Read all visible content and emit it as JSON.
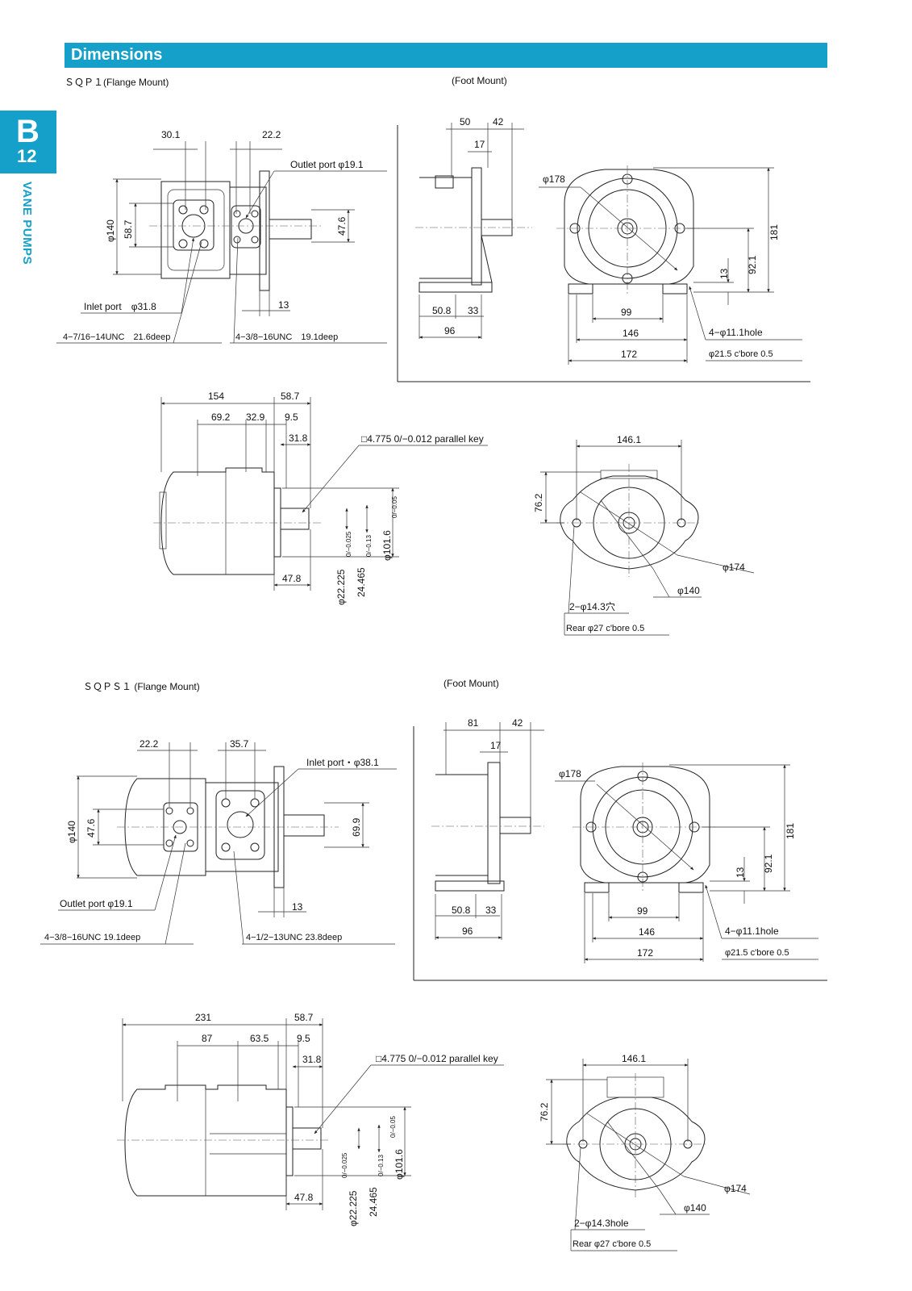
{
  "header": {
    "title": "Dimensions",
    "bar_color": "#14a0c9"
  },
  "side_tab": {
    "letter": "B",
    "number": "12",
    "vertical_label": "VANE PUMPS"
  },
  "sqp1": {
    "flange_caption": "ＳＱＰ１(Flange Mount)",
    "foot_caption": "(Foot Mount)",
    "flange": {
      "dims": {
        "d30_1": "30.1",
        "d22_2": "22.2",
        "phi140": "φ140",
        "d58_7": "58.7",
        "d47_6": "47.6",
        "d13": "13"
      },
      "outlet_port": "Outlet port φ19.1",
      "inlet_port": "Inlet port　φ31.8",
      "inlet_thread": "4−7/16−14UNC　21.6deep",
      "outlet_thread": "4−3/8−16UNC　19.1deep"
    },
    "foot": {
      "dims": {
        "d50": "50",
        "d42": "42",
        "d17": "17",
        "phi178": "φ178",
        "d181": "181",
        "d92_1": "92.1",
        "d13": "13",
        "d50_8": "50.8",
        "d33": "33",
        "d96": "96",
        "d99": "99",
        "d146": "146",
        "d172": "172"
      },
      "hole_note": "4−φ11.1hole",
      "cbore_note": "φ21.5 c'bore 0.5"
    },
    "side": {
      "dims": {
        "d154": "154",
        "d58_7": "58.7",
        "d69_2": "69.2",
        "d32_9": "32.9",
        "d9_5": "9.5",
        "d31_8": "31.8",
        "d47_8": "47.8",
        "shaft_d": "φ22.225",
        "shaft_d_tol": "0/−0.025",
        "key_h": "24.465",
        "key_h_tol": "0/−0.13",
        "spigot": "φ101.6",
        "spigot_tol": "0/−0.05"
      },
      "key_note": "□4.775 0/−0.012 parallel key"
    },
    "front": {
      "dims": {
        "d146_1": "146.1",
        "d76_2": "76.2",
        "phi174": "φ174",
        "phi140": "φ140"
      },
      "hole_note": "2−φ14.3穴",
      "rear_note": "Rear φ27 c'bore 0.5"
    }
  },
  "sqps1": {
    "flange_caption": "ＳＱＰＳ１ (Flange Mount)",
    "foot_caption": "(Foot Mount)",
    "flange": {
      "dims": {
        "d22_2": "22.2",
        "d35_7": "35.7",
        "phi140": "φ140",
        "d47_6": "47.6",
        "d69_9": "69.9",
        "d13": "13"
      },
      "inlet_port": "Inlet port・φ38.1",
      "outlet_port": "Outlet port φ19.1",
      "outlet_thread": "4−3/8−16UNC 19.1deep",
      "inlet_thread": "4−1/2−13UNC 23.8deep"
    },
    "foot": {
      "dims": {
        "d81": "81",
        "d42": "42",
        "d17": "17",
        "phi178": "φ178",
        "d181": "181",
        "d92_1": "92.1",
        "d13": "13",
        "d50_8": "50.8",
        "d33": "33",
        "d96": "96",
        "d99": "99",
        "d146": "146",
        "d172": "172"
      },
      "hole_note": "4−φ11.1hole",
      "cbore_note": "φ21.5 c'bore 0.5"
    },
    "side": {
      "dims": {
        "d231": "231",
        "d58_7": "58.7",
        "d87": "87",
        "d63_5": "63.5",
        "d9_5": "9.5",
        "d31_8": "31.8",
        "d47_8": "47.8",
        "shaft_d": "φ22.225",
        "shaft_d_tol": "0/−0.025",
        "key_h": "24.465",
        "key_h_tol": "0/−0.13",
        "spigot": "φ101.6",
        "spigot_tol": "0/−0.05"
      },
      "key_note": "□4.775 0/−0.012 parallel key"
    },
    "front": {
      "dims": {
        "d146_1": "146.1",
        "d76_2": "76.2",
        "phi174": "φ174",
        "phi140": "φ140"
      },
      "hole_note": "2−φ14.3hole",
      "rear_note": "Rear φ27 c'bore 0.5"
    }
  }
}
